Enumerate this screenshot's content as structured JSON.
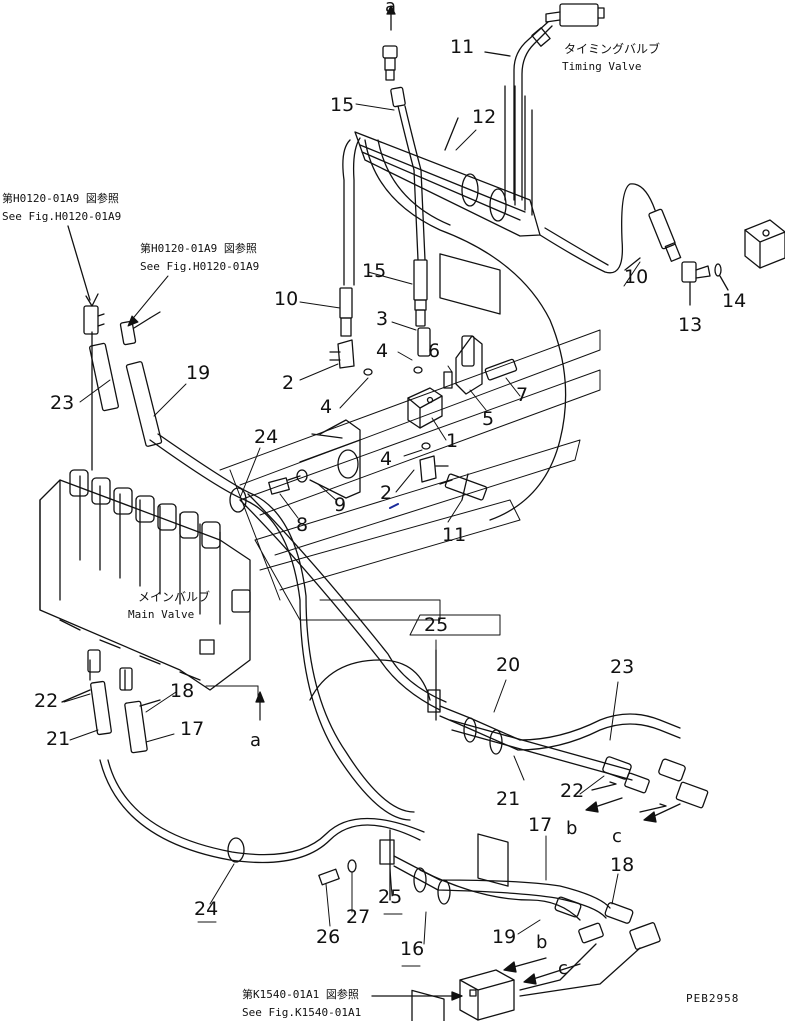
{
  "drawing": {
    "code": "PEB2958",
    "colors": {
      "ink": "#111111",
      "paper": "#ffffff"
    },
    "parts": {
      "p1": "1",
      "p2a": "2",
      "p2b": "2",
      "p3": "3",
      "p4a": "4",
      "p4b": "4",
      "p4c": "4",
      "p5": "5",
      "p6": "6",
      "p7": "7",
      "p8": "8",
      "p9": "9",
      "p10a": "10",
      "p10b": "10",
      "p11a": "11",
      "p11b": "11",
      "p12": "12",
      "p13": "13",
      "p14": "14",
      "p15a": "15",
      "p15b": "15",
      "p16": "16",
      "p17a": "17",
      "p17b": "17",
      "p18a": "18",
      "p18b": "18",
      "p19a": "19",
      "p19b": "19",
      "p20": "20",
      "p21a": "21",
      "p21b": "21",
      "p22a": "22",
      "p22b": "22",
      "p23a": "23",
      "p23b": "23",
      "p24a": "24",
      "p24b": "24",
      "p25a": "25",
      "p25b": "25",
      "p26": "26",
      "p27": "27"
    },
    "letters": {
      "a_top": "a",
      "a_bottom": "a",
      "b_mid": "b",
      "b_bottom": "b",
      "c_mid": "c",
      "c_bottom": "c"
    },
    "labels": {
      "timing_valve_jp": "タイミングバルブ",
      "timing_valve_en": "Timing Valve",
      "main_valve_jp": "メインバルブ",
      "main_valve_en": "Main Valve"
    },
    "refs": {
      "ref1_jp": "第H0120-01A9 図参照",
      "ref1_en": "See Fig.H0120-01A9",
      "ref2_jp": "第H0120-01A9 図参照",
      "ref2_en": "See Fig.H0120-01A9",
      "ref3_jp": "第K1540-01A1 図参照",
      "ref3_en": "See Fig.K1540-01A1"
    }
  }
}
